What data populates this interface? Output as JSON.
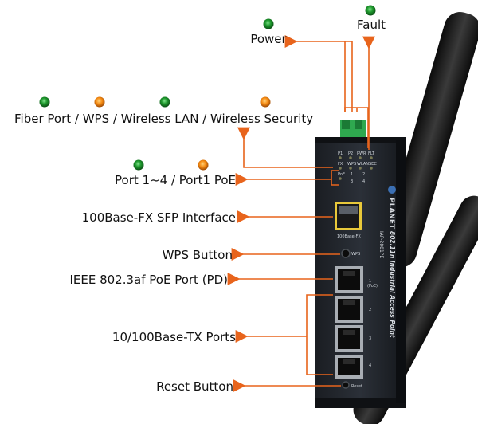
{
  "callouts": {
    "power": "Power",
    "fault": "Fault",
    "status_leds": "Fiber Port / WPS / Wireless LAN / Wireless Security",
    "port_leds": "Port 1~4 / Port1 PoE",
    "sfp": "100Base-FX SFP Interface",
    "wps_button": "WPS Button",
    "poe_port": "IEEE 802.3af PoE Port (PD)",
    "tx_ports": "10/100Base-TX Ports",
    "reset": "Reset Button"
  },
  "device": {
    "brand": "PLANET",
    "model_line": "802.11n Industrial Access Point",
    "model": "IAP-2001PE",
    "sfp_label": "100Base-FX",
    "wps_label": "WPS",
    "reset_label": "Reset",
    "port1_label": "1\n(PoE)",
    "led_row1": [
      "P1",
      "P2",
      "PWR",
      "FLT"
    ],
    "led_row2": [
      "FX",
      "WPS",
      "WLAN",
      "SEC"
    ],
    "led_row3": [
      "PoE",
      "1",
      "2",
      "3",
      "4"
    ]
  },
  "colors": {
    "green_led": "#1f9a2e",
    "orange_led": "#f58a12",
    "arrow": "#e8641c",
    "bracket": "#e8641c"
  },
  "indicators": {
    "power": "green",
    "fault": "green",
    "status": [
      "green",
      "orange",
      "green",
      "orange"
    ],
    "port": [
      "green",
      "orange"
    ]
  }
}
